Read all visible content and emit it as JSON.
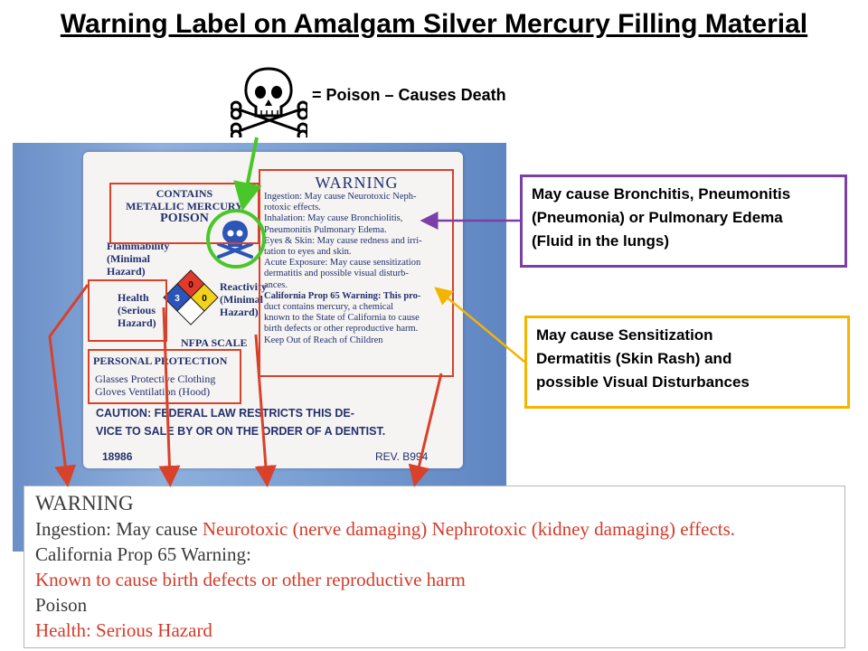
{
  "title": "Warning Label on Amalgam Silver Mercury Filling Material",
  "skull_legend": "= Poison – Causes Death",
  "label": {
    "contains_lines": [
      "CONTAINS",
      "METALLIC MERCURY",
      "POISON"
    ],
    "flammability_lines": [
      "Flammability",
      "(Minimal",
      "Hazard)"
    ],
    "health_lines": [
      "Health",
      "(Serious",
      "Hazard)"
    ],
    "reactivity_lines": [
      "Reactivity",
      "(Minimal",
      "Hazard)"
    ],
    "nfpa_scale": "NFPA SCALE",
    "diamond_numbers": {
      "top": "0",
      "left": "3",
      "right": "0"
    },
    "personal_protection_heading": "PERSONAL PROTECTION",
    "ppe_lines": [
      "Glasses  Protective Clothing",
      "Gloves   Ventilation (Hood)"
    ],
    "warning_heading": "WARNING",
    "warning_lines": [
      "Ingestion: May cause Neurotoxic Neph-",
      "rotoxic effects.",
      "Inhalation: May cause Bronchiolitis,",
      "Pneumonitis Pulmonary Edema.",
      "Eyes & Skin: May cause redness and irri-",
      "tation to eyes and skin.",
      "Acute Exposure: May cause sensitization",
      "dermatitis and possible visual disturb-",
      "ances.",
      "California Prop 65 Warning: This pro-",
      "duct contains mercury, a chemical",
      "known to the State of California to cause",
      "birth defects or other reproductive harm.",
      "Keep Out of Reach of Children"
    ],
    "caution_lines": [
      "CAUTION: FEDERAL LAW RESTRICTS THIS DE-",
      "VICE TO SALE BY OR ON THE ORDER OF A DENTIST."
    ],
    "code": "18986",
    "rev": "REV. B994"
  },
  "callouts": {
    "purple": [
      "May cause Bronchitis, Pneumonitis",
      "(Pneumonia) or Pulmonary Edema",
      "(Fluid in the lungs)"
    ],
    "yellow": [
      "May cause Sensitization",
      "Dermatitis (Skin Rash) and",
      "possible Visual Disturbances"
    ]
  },
  "bottom": {
    "heading": "WARNING",
    "ingestion_prefix": "Ingestion: May cause ",
    "ingestion_effect": "Neurotoxic (nerve damaging) Nephrotoxic (kidney damaging) effects.",
    "prop65": "California Prop 65 Warning:",
    "birth_defects": "Known to cause birth defects or other reproductive harm",
    "poison": "Poison",
    "health": "Health: Serious Hazard"
  },
  "colors": {
    "red": "#d8412a",
    "green": "#49c72a",
    "purple": "#7b3fa5",
    "yellow": "#f4b400",
    "label_text": "#22306e"
  },
  "icons": [
    "skull-crossbones-icon",
    "nfpa-diamond-icon"
  ]
}
